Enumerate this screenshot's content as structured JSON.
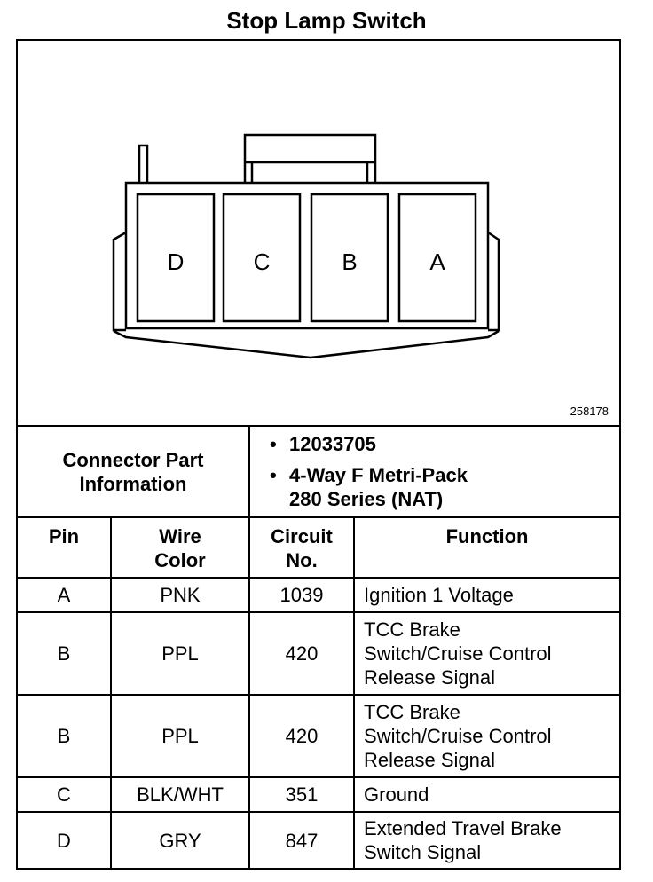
{
  "title": "Stop Lamp Switch",
  "diagram": {
    "figure_number": "258178",
    "cavities": [
      "D",
      "C",
      "B",
      "A"
    ]
  },
  "connector_info": {
    "label_line1": "Connector Part",
    "label_line2": "Information",
    "part_number": "12033705",
    "description_line1": "4-Way F Metri-Pack",
    "description_line2": "280 Series (NAT)"
  },
  "columns": {
    "pin": "Pin",
    "wire_line1": "Wire",
    "wire_line2": "Color",
    "circuit_line1": "Circuit",
    "circuit_line2": "No.",
    "function": "Function"
  },
  "rows": [
    {
      "pin": "A",
      "wire": "PNK",
      "circuit": "1039",
      "function_lines": [
        "Ignition 1 Voltage"
      ]
    },
    {
      "pin": "B",
      "wire": "PPL",
      "circuit": "420",
      "function_lines": [
        "TCC Brake",
        "Switch/Cruise Control",
        "Release Signal"
      ]
    },
    {
      "pin": "B",
      "wire": "PPL",
      "circuit": "420",
      "function_lines": [
        "TCC Brake",
        "Switch/Cruise Control",
        "Release Signal"
      ]
    },
    {
      "pin": "C",
      "wire": "BLK/WHT",
      "circuit": "351",
      "function_lines": [
        "Ground"
      ]
    },
    {
      "pin": "D",
      "wire": "GRY",
      "circuit": "847",
      "function_lines": [
        "Extended Travel Brake",
        "Switch Signal"
      ]
    }
  ]
}
